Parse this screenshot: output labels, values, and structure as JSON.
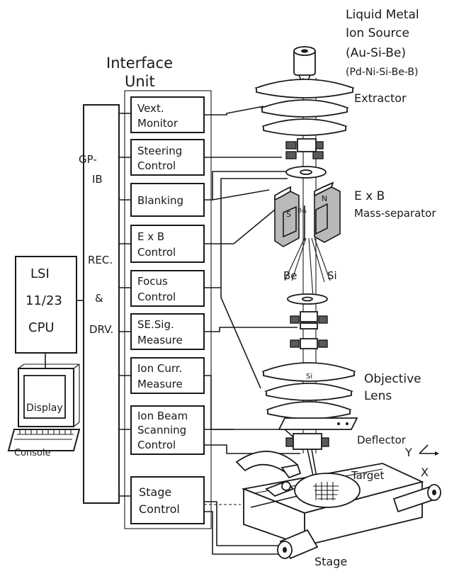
{
  "source_labels": {
    "line1": "Liquid Metal",
    "line2": "Ion Source",
    "line3": "(Au-Si-Be)",
    "line4": "(Pd-Ni-Si-Be-B)"
  },
  "interface": {
    "title_line1": "Interface",
    "title_line2": "Unit"
  },
  "bus": {
    "gp1": "GP-",
    "gp2": "IB",
    "rec": "REC.",
    "amp": "&",
    "drv": "DRV."
  },
  "cpu": {
    "line1": "LSI",
    "line2": "11/23",
    "line3": "CPU"
  },
  "display_label": "Display",
  "console_label": "Console",
  "modules": [
    {
      "l1": "Vext.",
      "l2": "Monitor"
    },
    {
      "l1": "Steering",
      "l2": "Control"
    },
    {
      "l1": "Blanking",
      "l2": ""
    },
    {
      "l1": "E x B",
      "l2": "Control"
    },
    {
      "l1": "Focus",
      "l2": "Control"
    },
    {
      "l1": "SE.Sig.",
      "l2": "Measure"
    },
    {
      "l1": "Ion Curr.",
      "l2": "Measure"
    },
    {
      "l1": "Ion Beam",
      "l2": "Scanning",
      "l3": "Control"
    },
    {
      "l1": "Stage",
      "l2": "Control"
    }
  ],
  "column_labels": {
    "extractor": "Extractor",
    "exb1": "E x B",
    "exb2": "Mass-separator",
    "be": "Be",
    "si": "Si",
    "objective1": "Objective",
    "objective2": "Lens",
    "deflector": "Deflector",
    "target": "Target",
    "stage": "Stage",
    "axis_y": "Y",
    "axis_x": "X",
    "magnet_n": "N",
    "magnet_s": "S",
    "beam_mix": "B&",
    "lens_si": "Si"
  }
}
